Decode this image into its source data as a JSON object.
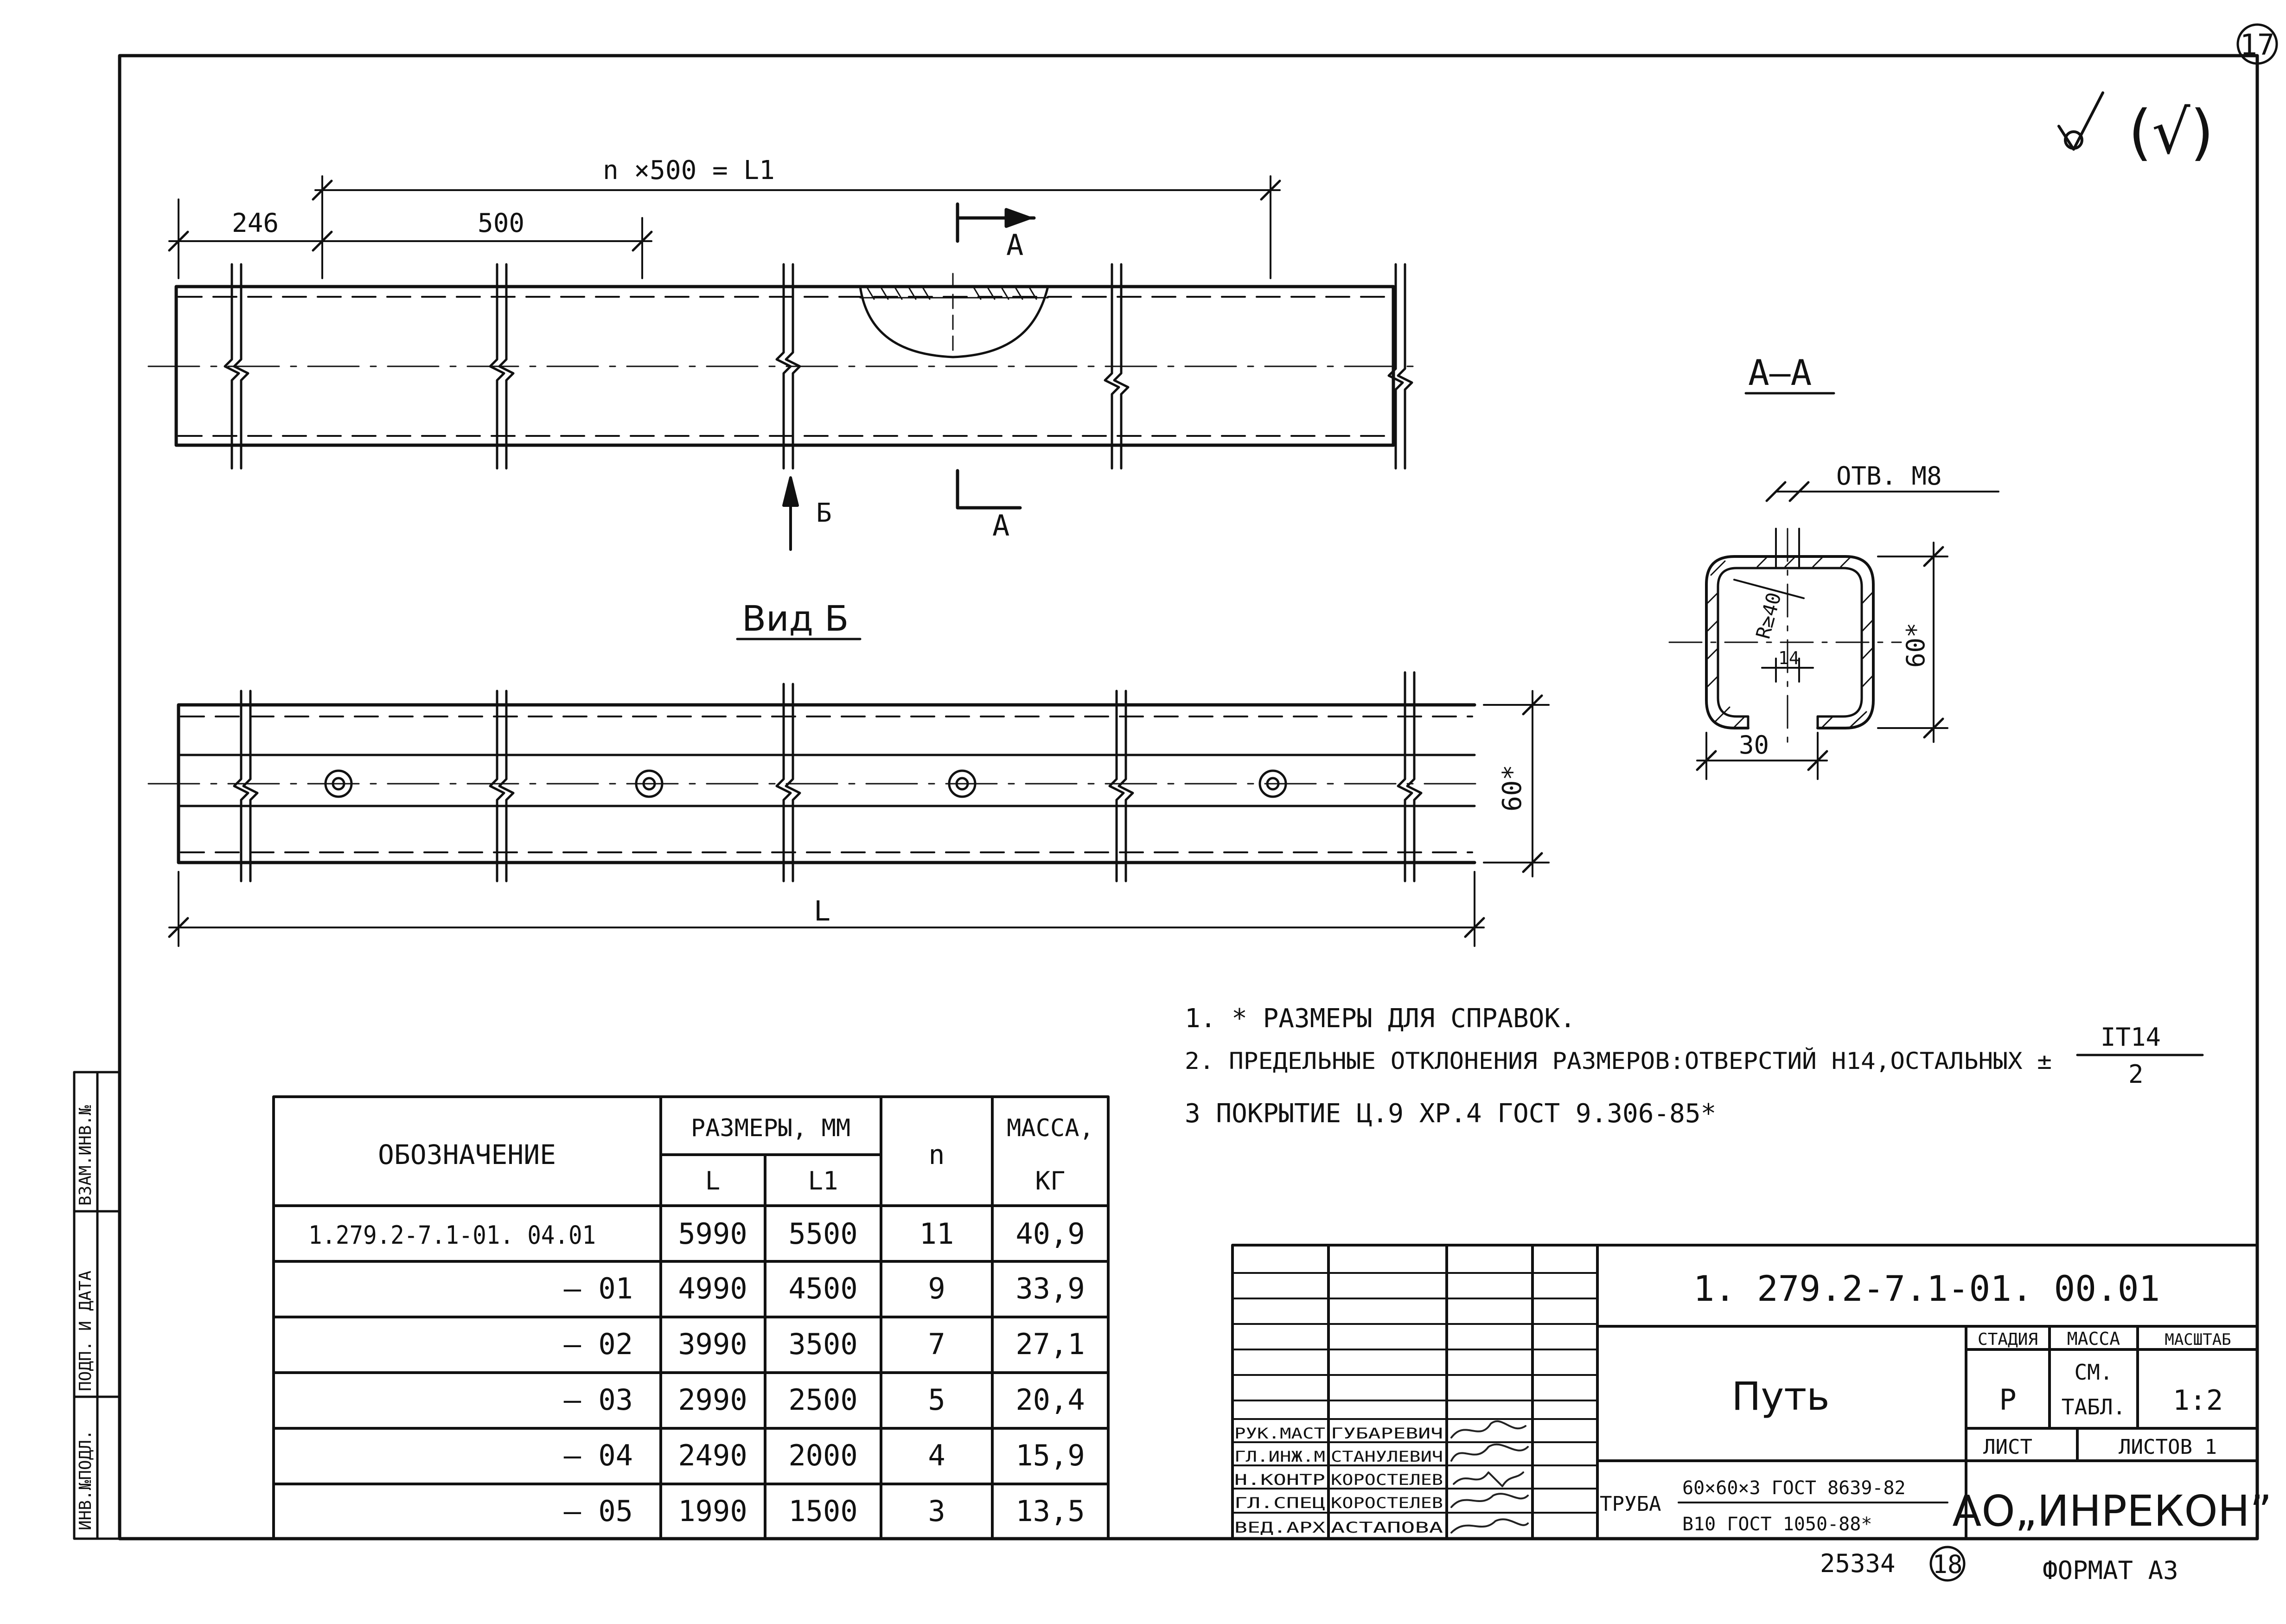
{
  "sheet": {
    "page_number": "17",
    "next_sheet_number": "18",
    "archive_number": "25334",
    "roughness_mark": "(√)",
    "format": "ФОРМАТ А3"
  },
  "drawing": {
    "top_dimension": "n ×500 = L1",
    "dim_246": "246",
    "dim_500": "500",
    "section_letter": "А",
    "view_letter": "Б",
    "view_title": "Вид Б",
    "section_title": "А—А",
    "dim_L": "L",
    "dim_60_view": "60*",
    "hole_label": "ОТВ. М8",
    "radius_label": "R≥40",
    "dim_14": "14",
    "dim_60_section": "60*",
    "dim_30": "30"
  },
  "notes": {
    "n1": "1. * РАЗМЕРЫ ДЛЯ СПРАВОК.",
    "n2": "2. ПРЕДЕЛЬНЫЕ ОТКЛОНЕНИЯ РАЗМЕРОВ:ОТВЕРСТИЙ Н14,ОСТАЛЬНЫХ ±",
    "n2_num": "IT14",
    "n2_den": "2",
    "n3": "3 ПОКРЫТИЕ Ц.9 ХР.4 ГОСТ 9.306-85*"
  },
  "side_stamps": [
    "ИНВ.№ПОДЛ.",
    "ПОДП. И ДАТА",
    "ВЗАМ.ИНВ.№"
  ],
  "table": {
    "h_designation": "ОБОЗНАЧЕНИЕ",
    "h_sizes": "РАЗМЕРЫ, ММ",
    "h_L": "L",
    "h_L1": "L1",
    "h_n": "n",
    "h_mass": "МАССА,",
    "h_mass_unit": "КГ",
    "rows": [
      {
        "designation": "1.279.2-7.1-01. 04.01",
        "L": "5990",
        "L1": "5500",
        "n": "11",
        "mass": "40,9"
      },
      {
        "designation": "– 01",
        "L": "4990",
        "L1": "4500",
        "n": "9",
        "mass": "33,9"
      },
      {
        "designation": "– 02",
        "L": "3990",
        "L1": "3500",
        "n": "7",
        "mass": "27,1"
      },
      {
        "designation": "– 03",
        "L": "2990",
        "L1": "2500",
        "n": "5",
        "mass": "20,4"
      },
      {
        "designation": "– 04",
        "L": "2490",
        "L1": "2000",
        "n": "4",
        "mass": "15,9"
      },
      {
        "designation": "– 05",
        "L": "1990",
        "L1": "1500",
        "n": "3",
        "mass": "13,5"
      }
    ]
  },
  "title_block": {
    "doc_code": "1. 279.2-7.1-01. 00.01",
    "name": "Путь",
    "h_stage": "СТАДИЯ",
    "h_mass": "МАССА",
    "h_scale": "МАСШТАБ",
    "stage": "Р",
    "mass_1": "СМ.",
    "mass_2": "ТАБЛ.",
    "scale": "1:2",
    "sheet_label": "ЛИСТ",
    "sheets_label": "ЛИСТОВ 1",
    "material_prefix": "ТРУБА",
    "material_top": "60×60×3 ГОСТ 8639-82",
    "material_bottom": "В10 ГОСТ 1050-88*",
    "company": "АО„ИНРЕКОН”",
    "people": [
      {
        "role": "РУК.МАСТ",
        "name": "ГУБАРЕВИЧ"
      },
      {
        "role": "ГЛ.ИНЖ.М",
        "name": "СТАНУЛЕВИЧ"
      },
      {
        "role": "Н.КОНТР",
        "name": "КОРОСТЕЛЕВ"
      },
      {
        "role": "ГЛ.СПЕЦ",
        "name": "КОРОСТЕЛЕВ"
      },
      {
        "role": "ВЕД.АРХ",
        "name": "АСТАПОВА"
      }
    ]
  }
}
